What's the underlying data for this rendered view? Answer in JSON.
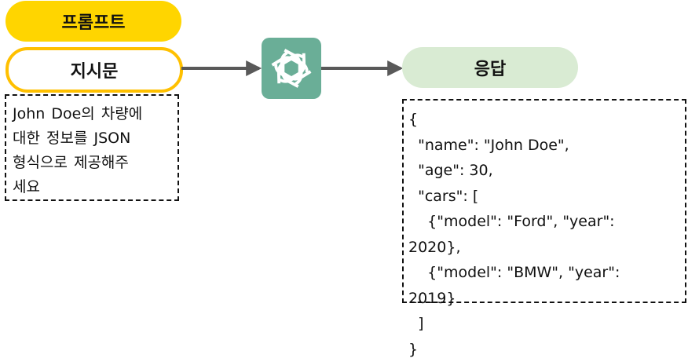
{
  "prompt_label": "프롬프트",
  "instruction_label": "지시문",
  "prompt_text": "John Doe의 차량에\n대한 정보를 JSON\n형식으로 제공해주\n세요",
  "model_icon": "openai-logo-icon",
  "response_label": "응답",
  "response_text": "{\n  \"name\": \"John Doe\",\n  \"age\": 30,\n  \"cars\": [\n    {\"model\": \"Ford\", \"year\":\n2020},\n    {\"model\": \"BMW\", \"year\":\n2019}\n  ]\n}",
  "colors": {
    "prompt_fill": "#ffd500",
    "instruction_border": "#ffc000",
    "model_tile": "#6aae97",
    "response_fill": "#d9ebd3",
    "arrow": "#595959"
  }
}
